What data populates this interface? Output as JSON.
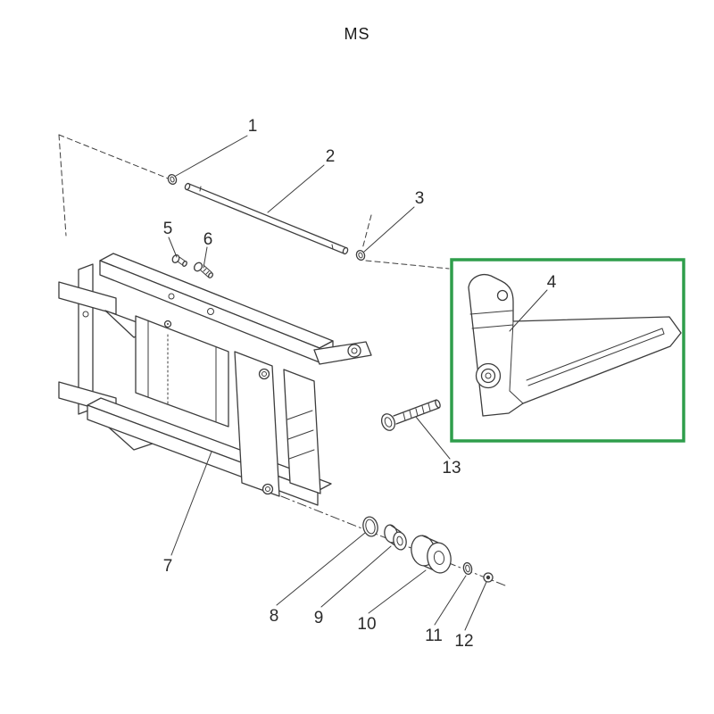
{
  "title": "MS",
  "diagram": {
    "highlight_color": "#2f9e4b",
    "line_color": "#3d3d3d",
    "labels": [
      {
        "id": "1"
      },
      {
        "id": "2"
      },
      {
        "id": "3"
      },
      {
        "id": "4"
      },
      {
        "id": "5"
      },
      {
        "id": "6"
      },
      {
        "id": "7"
      },
      {
        "id": "8"
      },
      {
        "id": "9"
      },
      {
        "id": "10"
      },
      {
        "id": "11"
      },
      {
        "id": "12"
      },
      {
        "id": "13"
      }
    ]
  }
}
